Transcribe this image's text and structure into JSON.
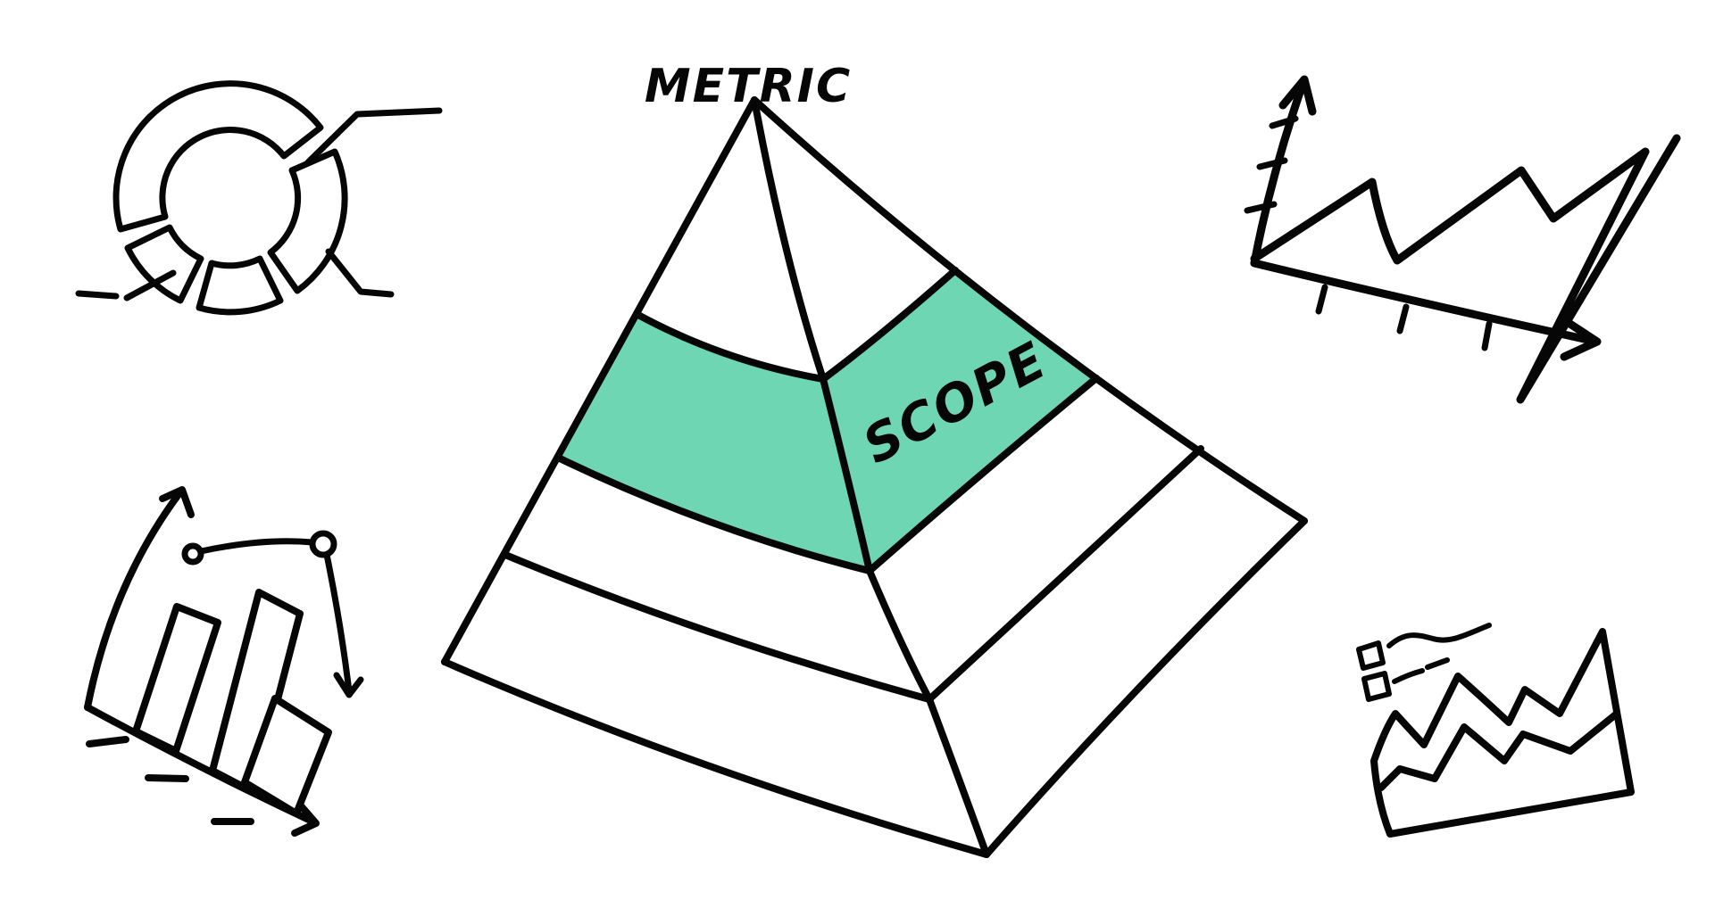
{
  "colors": {
    "background": "#ffffff",
    "ink": "#060606",
    "accent": "#6FD6B4"
  },
  "pyramid": {
    "top_label": "METRIC",
    "highlight_label": "SCOPE",
    "band_count": 4,
    "highlighted_band_index": 2
  },
  "doodles": {
    "top_left": "donut-chart",
    "top_right": "trend-line-chart",
    "bottom_left": "bar-chart",
    "bottom_right": "area-chart"
  }
}
